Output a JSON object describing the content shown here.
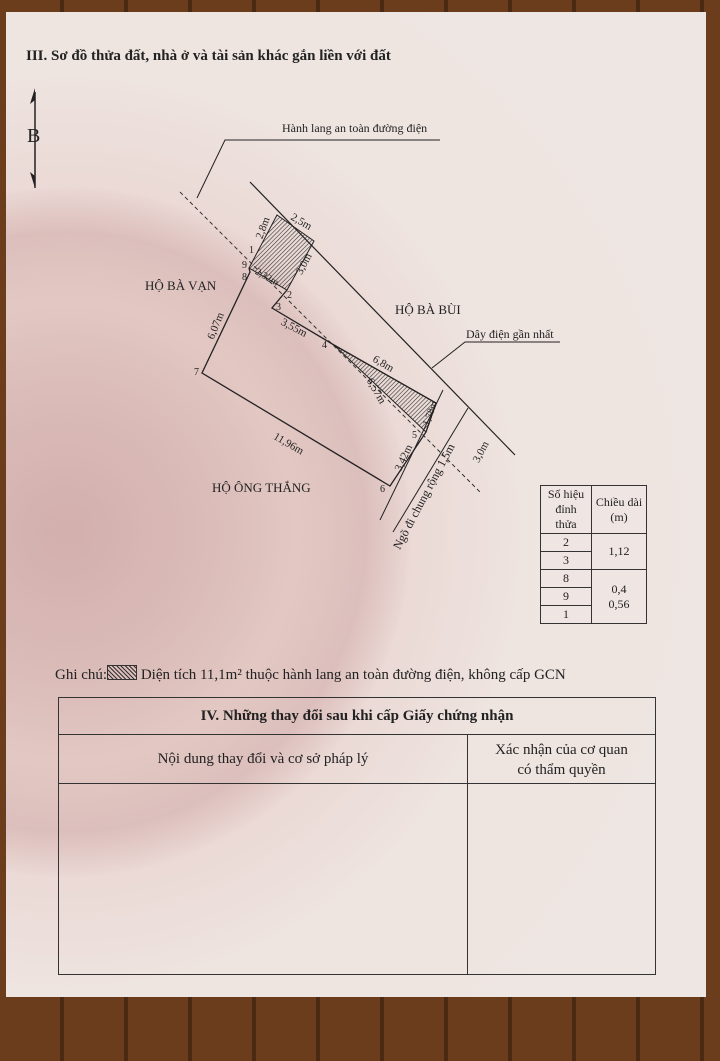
{
  "section3": {
    "title": "III. Sơ đồ thửa đất, nhà ở và tài sản khác gắn liền với đất"
  },
  "diagram": {
    "north": "B",
    "corridor_label": "Hành lang an toàn đường điện",
    "wire_label": "Dây điện gần nhất",
    "neighbors": {
      "west": "HỘ BÀ VẠN",
      "east": "HỘ BÀ BÙI",
      "south": "HỘ ÔNG THẮNG"
    },
    "road": "Ngõ đi chung rộng 1,5m",
    "dimensions": [
      "2,8m",
      "2,5m",
      "3,0m",
      "2,32m",
      "6,07m",
      "3,55m",
      "6,8m",
      "6,57m",
      "1,78m",
      "11,96m",
      "3,42m",
      "3,0m"
    ],
    "points": [
      "1",
      "2",
      "3",
      "4",
      "5",
      "6",
      "7",
      "8",
      "9"
    ]
  },
  "point_table": {
    "headers": [
      "Số hiệu đỉnh thửa",
      "Chiều dài (m)"
    ],
    "rows": [
      "2",
      "3",
      "8",
      "9",
      "1"
    ],
    "lengths": [
      "1,12",
      "0,4",
      "0,56"
    ]
  },
  "note": {
    "prefix": "Ghi chú:",
    "text": "Diện tích 11,1m² thuộc hành lang an toàn đường điện, không cấp GCN"
  },
  "section4": {
    "title": "IV. Những thay đổi sau khi cấp Giấy chứng nhận",
    "col1": "Nội dung thay đổi và cơ sở pháp lý",
    "col2_line1": "Xác nhận của cơ quan",
    "col2_line2": "có thẩm quyền"
  }
}
